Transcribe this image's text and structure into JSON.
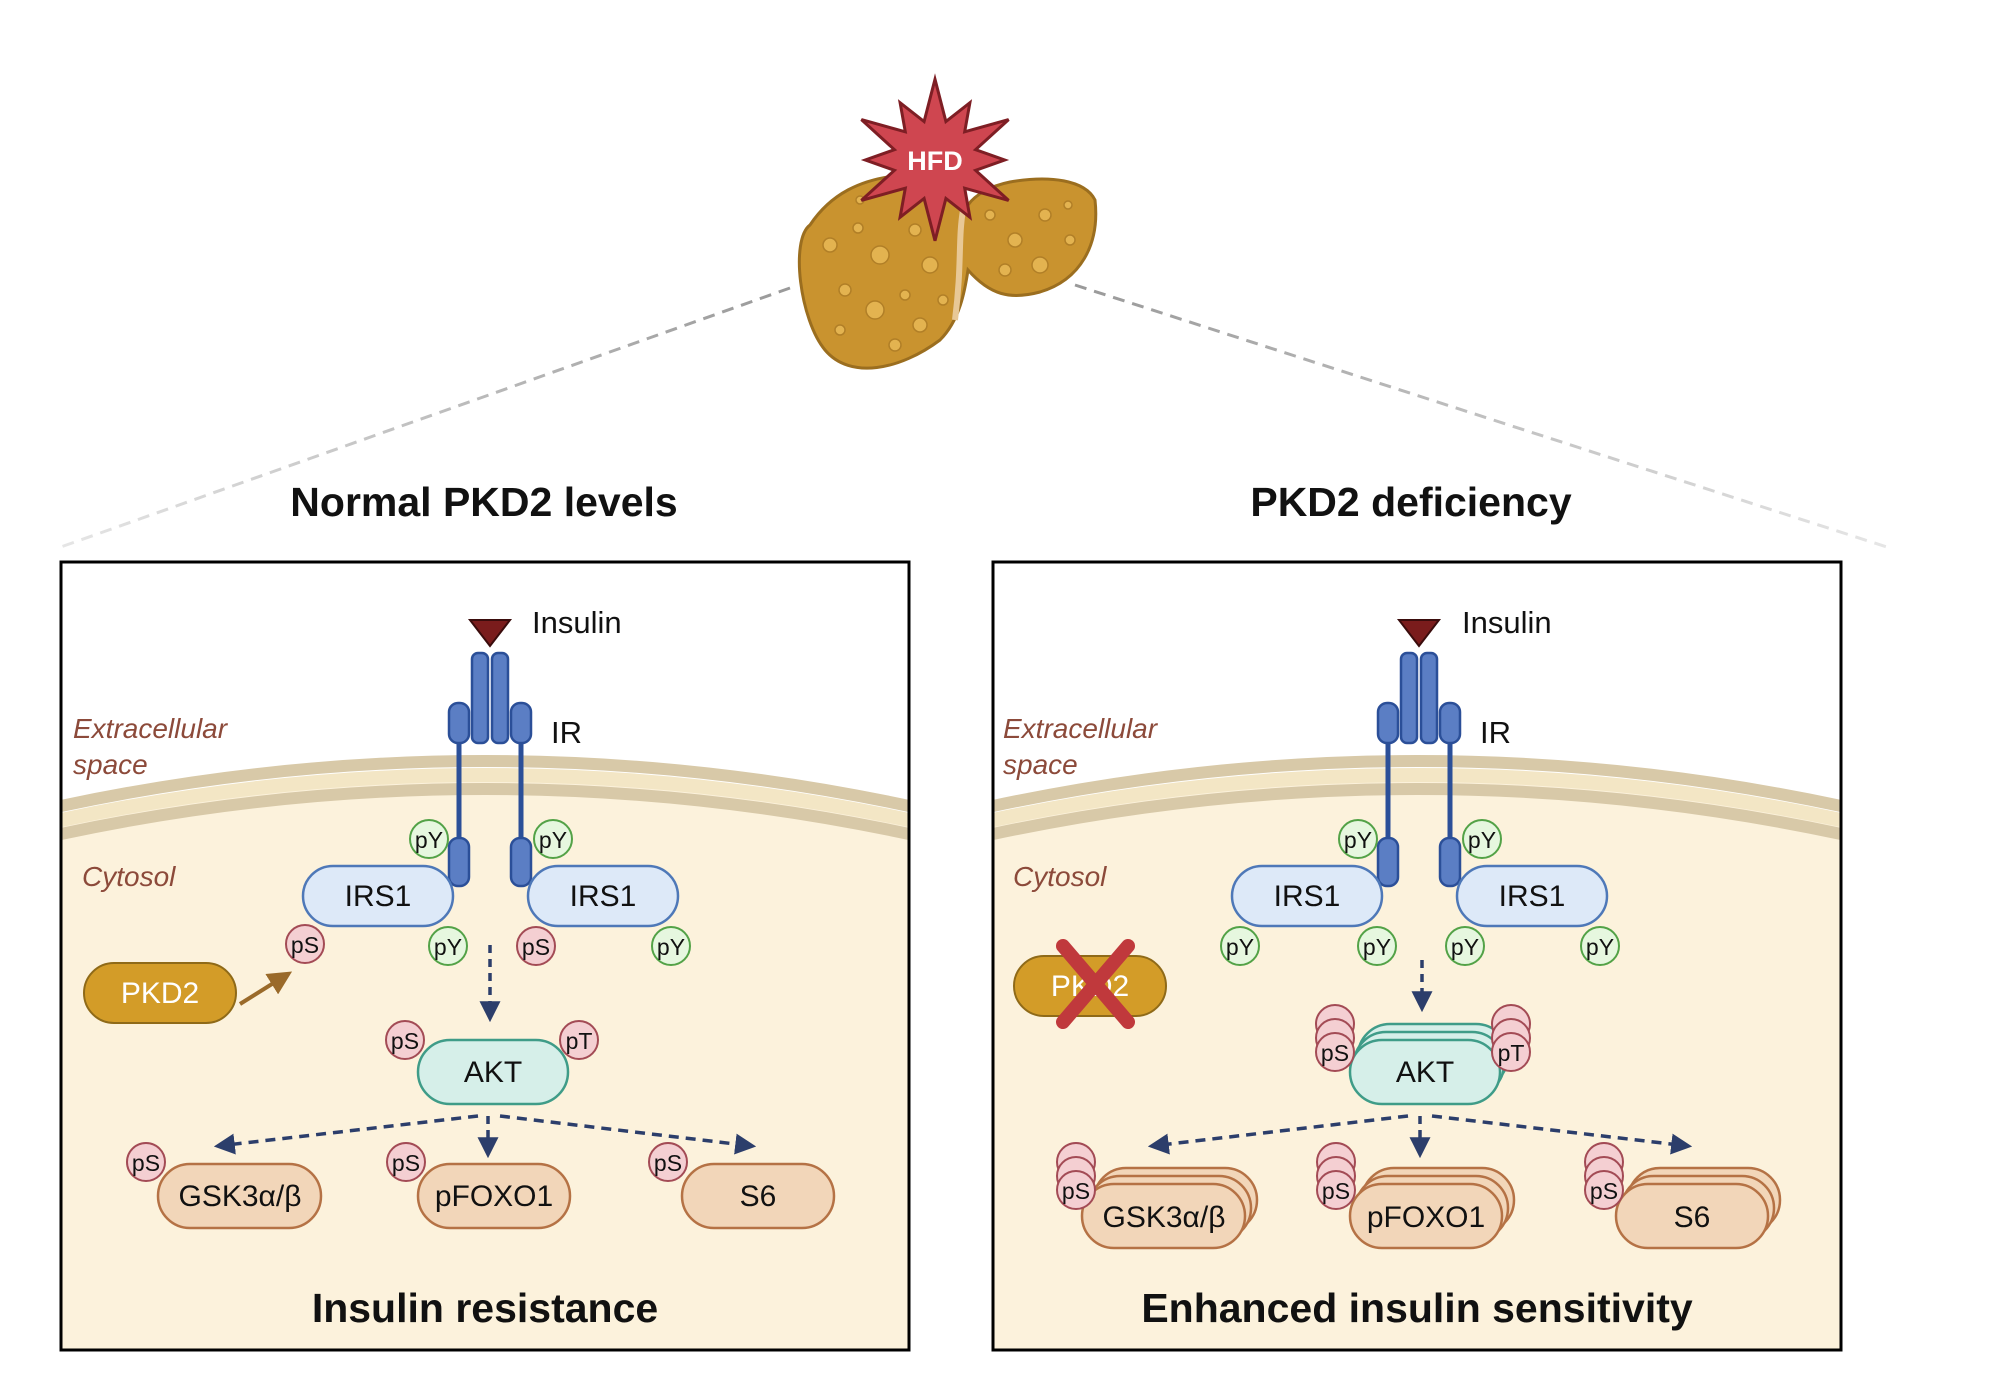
{
  "hfd_label": "HFD",
  "colors": {
    "frame": "#000000",
    "cytosol": "#fcf2dc",
    "membrane_outer": "#d8c9a8",
    "membrane_inner": "#f3e6c5",
    "receptor": "#5b7ec4",
    "receptor_dark": "#2b4f98",
    "irs_fill": "#dde9f8",
    "irs_stroke": "#4e78b8",
    "akt_fill": "#d6efe9",
    "akt_stroke": "#3f9c88",
    "target_fill": "#f2d6b9",
    "target_stroke": "#b57245",
    "ps_fill": "#f4cfd2",
    "ps_stroke": "#a34b55",
    "py_fill": "#e6f7df",
    "py_stroke": "#53a247",
    "pkd2_fill": "#d39c28",
    "insulin": "#7a1c1c",
    "arrow": "#2c3e6b",
    "cross": "#c0393c",
    "hfd": "#cf4650",
    "liver": "#c9932f",
    "region_text": "#8c4a3a"
  },
  "left": {
    "title": "Normal PKD2 levels",
    "insulin_label": "Insulin",
    "ir_label": "IR",
    "extracellular_line1": "Extracellular",
    "extracellular_line2": "space",
    "cytosol_label": "Cytosol",
    "irs1_left": "IRS1",
    "irs1_right": "IRS1",
    "pkd2_label": "PKD2",
    "akt_label": "AKT",
    "targets": [
      "GSK3α/β",
      "pFOXO1",
      "S6"
    ],
    "mods": {
      "py": "pY",
      "ps": "pS",
      "pt": "pT"
    },
    "outcome": "Insulin resistance"
  },
  "right": {
    "title": "PKD2 deficiency",
    "insulin_label": "Insulin",
    "ir_label": "IR",
    "extracellular_line1": "Extracellular",
    "extracellular_line2": "space",
    "cytosol_label": "Cytosol",
    "irs1_left": "IRS1",
    "irs1_right": "IRS1",
    "pkd2_label": "PKD2",
    "akt_label": "AKT",
    "targets": [
      "GSK3α/β",
      "pFOXO1",
      "S6"
    ],
    "mods": {
      "py": "pY",
      "ps": "pS",
      "pt": "pT"
    },
    "outcome": "Enhanced insulin sensitivity"
  }
}
